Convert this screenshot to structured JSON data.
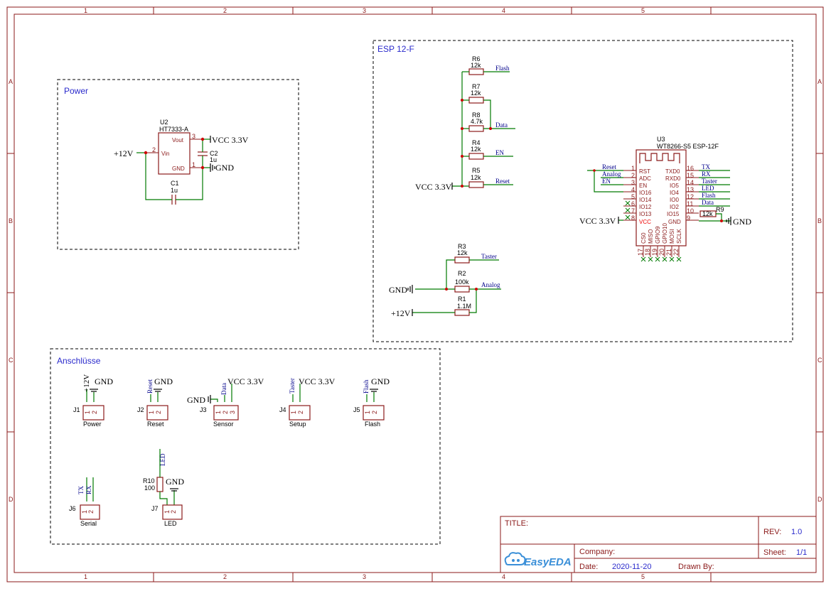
{
  "frame": {
    "columns": [
      "1",
      "2",
      "3",
      "4",
      "5"
    ],
    "rows": [
      "A",
      "B",
      "C",
      "D"
    ]
  },
  "blocks": {
    "power": {
      "title": "Power"
    },
    "esp": {
      "title": "ESP 12-F"
    },
    "conn": {
      "title": "Anschlüsse"
    }
  },
  "power": {
    "u2_ref": "U2",
    "u2_part": "HT7333-A",
    "pin_vout": "Vout",
    "pin_vin": "Vin",
    "pin_gnd": "GND",
    "pin3": "3",
    "pin2": "2",
    "pin1": "1",
    "c2_ref": "C2",
    "c2_val": "1u",
    "c1_ref": "C1",
    "c1_val": "1u",
    "net_vcc": "VCC 3.3V",
    "net_12v": "+12V",
    "net_gnd": "GND"
  },
  "esp": {
    "resistors": [
      {
        "ref": "R6",
        "val": "12k",
        "net": "Flash"
      },
      {
        "ref": "R7",
        "val": "12k",
        "net": ""
      },
      {
        "ref": "R8",
        "val": "4.7k",
        "net": "Data"
      },
      {
        "ref": "R4",
        "val": "12k",
        "net": "EN"
      },
      {
        "ref": "R5",
        "val": "12k",
        "net": "Reset"
      }
    ],
    "net_vcc": "VCC 3.3V",
    "u3_ref": "U3",
    "u3_part": "WT8266-S5 ESP-12F",
    "left_pins": [
      {
        "num": "1",
        "name": "RST"
      },
      {
        "num": "2",
        "name": "ADC"
      },
      {
        "num": "3",
        "name": "EN"
      },
      {
        "num": "4",
        "name": "IO16"
      },
      {
        "num": "5",
        "name": "IO14"
      },
      {
        "num": "6",
        "name": "IO12"
      },
      {
        "num": "7",
        "name": "IO13"
      },
      {
        "num": "8",
        "name": "VCC"
      }
    ],
    "right_pins": [
      {
        "num": "16",
        "name": "TXD0",
        "net": "TX"
      },
      {
        "num": "15",
        "name": "RXD0",
        "net": "RX"
      },
      {
        "num": "14",
        "name": "IO5",
        "net": "Taster"
      },
      {
        "num": "13",
        "name": "IO4",
        "net": "LED"
      },
      {
        "num": "12",
        "name": "IO0",
        "net": "Flash"
      },
      {
        "num": "11",
        "name": "IO2",
        "net": "Data"
      },
      {
        "num": "10",
        "name": "IO15",
        "net": ""
      },
      {
        "num": "9",
        "name": "GND",
        "net": ""
      }
    ],
    "bottom_pins": [
      {
        "num": "17",
        "name": "CS0"
      },
      {
        "num": "18",
        "name": "MISO"
      },
      {
        "num": "19",
        "name": "GPIO9"
      },
      {
        "num": "20",
        "name": "GPIO10"
      },
      {
        "num": "21",
        "name": "MOSI"
      },
      {
        "num": "22",
        "name": "SCLK"
      }
    ],
    "left_nets": [
      "Reset",
      "Analog",
      "EN"
    ],
    "r9_ref": "R9",
    "r9_val": "12k",
    "net_gnd": "GND",
    "divider": [
      {
        "ref": "R3",
        "val": "12k",
        "net": "Taster"
      },
      {
        "ref": "R2",
        "val": "100k",
        "net": "Analog"
      },
      {
        "ref": "R1",
        "val": "1.1M",
        "net": ""
      }
    ],
    "net_12v": "+12V"
  },
  "connectors": [
    {
      "ref": "J1",
      "name": "Power",
      "pins": [
        "1",
        "2"
      ],
      "nets": [
        "+12V",
        "GND"
      ]
    },
    {
      "ref": "J2",
      "name": "Reset",
      "pins": [
        "1",
        "2"
      ],
      "nets": [
        "Reset",
        "GND"
      ]
    },
    {
      "ref": "J3",
      "name": "Sensor",
      "pins": [
        "1",
        "2",
        "3"
      ],
      "nets": [
        "GND",
        "Data",
        "VCC 3.3V"
      ]
    },
    {
      "ref": "J4",
      "name": "Setup",
      "pins": [
        "1",
        "2"
      ],
      "nets": [
        "Taster",
        "VCC 3.3V"
      ]
    },
    {
      "ref": "J5",
      "name": "Flash",
      "pins": [
        "1",
        "2"
      ],
      "nets": [
        "Flash",
        "GND"
      ]
    },
    {
      "ref": "J6",
      "name": "Serial",
      "pins": [
        "1",
        "2"
      ],
      "nets": [
        "TX",
        "RX"
      ]
    },
    {
      "ref": "J7",
      "name": "LED",
      "pins": [
        "1",
        "2"
      ],
      "nets": [
        "LED",
        "GND"
      ]
    }
  ],
  "r10": {
    "ref": "R10",
    "val": "100"
  },
  "titleblock": {
    "title_label": "TITLE:",
    "title": "",
    "rev_label": "REV:",
    "rev": "1.0",
    "company_label": "Company:",
    "company": "",
    "sheet_label": "Sheet:",
    "sheet": "1/1",
    "date_label": "Date:",
    "date": "2020-11-20",
    "drawn_label": "Drawn By:",
    "drawn": "",
    "logo": "EasyEDA"
  }
}
